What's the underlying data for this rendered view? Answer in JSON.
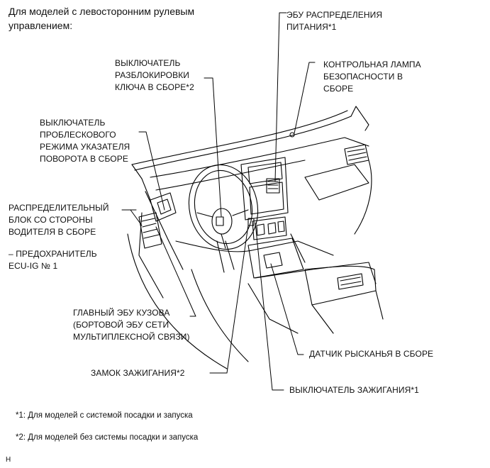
{
  "title": "Для моделей с левосторонним рулевым\nуправлением:",
  "callouts": {
    "power_ecu": "ЭБУ РАСПРЕДЕЛЕНИЯ\nПИТАНИЯ*1",
    "security_lamp": "КОНТРОЛЬНАЯ ЛАМПА\nБЕЗОПАСНОСТИ В\nСБОРЕ",
    "key_unlock_switch": "ВЫКЛЮЧАТЕЛЬ\nРАЗБЛОКИРОВКИ\nКЛЮЧА В СБОРЕ*2",
    "hazard_switch": "ВЫКЛЮЧАТЕЛЬ\nПРОБЛЕСКОВОГО\nРЕЖИМА УКАЗАТЕЛЯ\nПОВОРОТА В СБОРЕ",
    "junction_block": "РАСПРЕДЕЛИТЕЛЬНЫЙ\nБЛОК СО СТОРОНЫ\nВОДИТЕЛЯ В СБОРЕ",
    "fuse": "– ПРЕДОХРАНИТЕЛЬ\nECU-IG № 1",
    "main_body_ecu": "ГЛАВНЫЙ ЭБУ КУЗОВА\n(БОРТОВОЙ ЭБУ СЕТИ\nМУЛЬТИПЛЕКСНОЙ СВЯЗИ)",
    "yaw_sensor": "ДАТЧИК РЫСКАНЬЯ В СБОРЕ",
    "ignition_lock": "ЗАМОК ЗАЖИГАНИЯ*2",
    "ignition_switch": "ВЫКЛЮЧАТЕЛЬ ЗАЖИГАНИЯ*1"
  },
  "footnotes": [
    "*1: Для моделей с системой посадки и запуска",
    "*2: Для моделей без системы посадки и запуска"
  ],
  "corner_code": "H"
}
